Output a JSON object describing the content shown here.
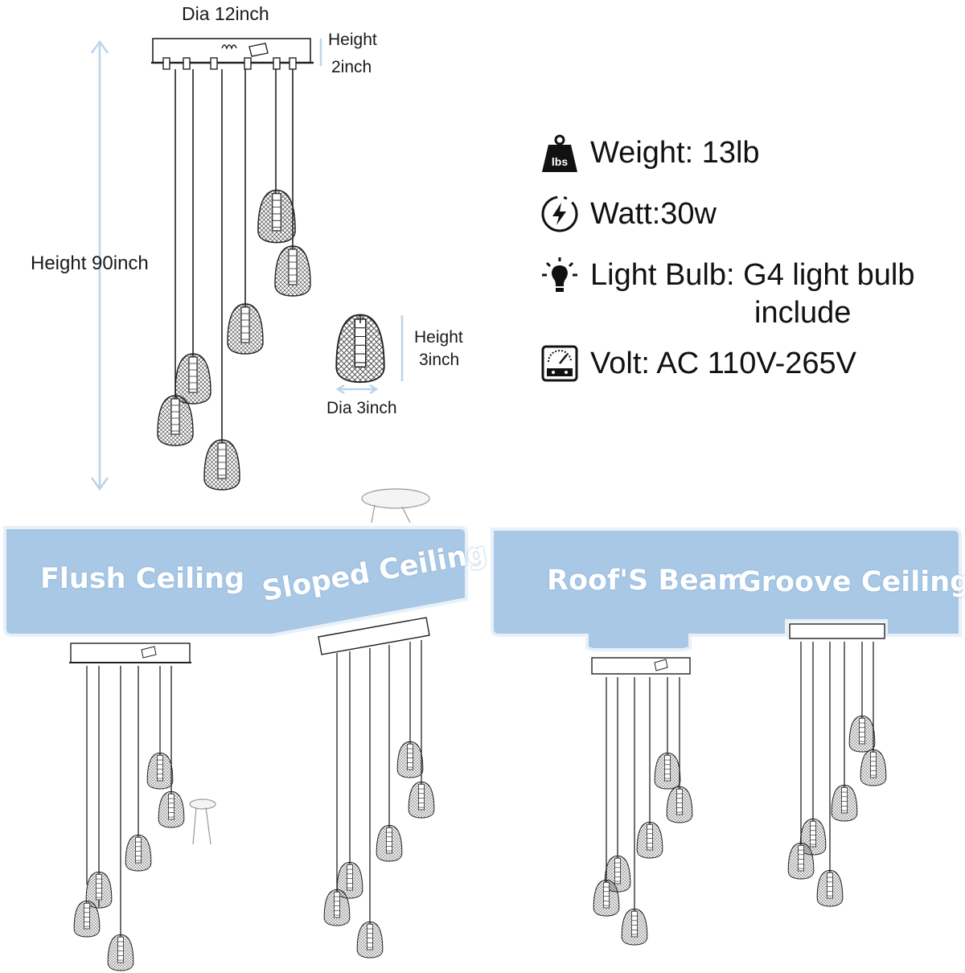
{
  "dimensions": {
    "canopy_dia": "Dia 12inch",
    "canopy_height_line1": "Height",
    "canopy_height_line2": "2inch",
    "total_height": "Height 90inch",
    "shade_height_line1": "Height",
    "shade_height_line2": "3inch",
    "shade_dia": "Dia 3inch"
  },
  "specs": {
    "weight": {
      "icon": "weight-lbs-icon",
      "text": "Weight: 13lb"
    },
    "watt": {
      "icon": "power-bolt-icon",
      "text": "Watt:30w"
    },
    "bulb": {
      "icon": "light-bulb-icon",
      "text": "Light Bulb:  G4 light bulb",
      "text2": "include"
    },
    "volt": {
      "icon": "voltmeter-icon",
      "text": "Volt: AC 110V-265V"
    }
  },
  "installations": {
    "flush": "Flush Ceiling",
    "sloped": "Sloped Ceiling",
    "beam": "Roof'S Beam",
    "groove": "Groove Ceiling"
  },
  "colors": {
    "panel_fill": "#a9c8e6",
    "panel_edge": "#e8f0f8",
    "dimension_line": "#b9d4ea",
    "ink": "#222222"
  }
}
